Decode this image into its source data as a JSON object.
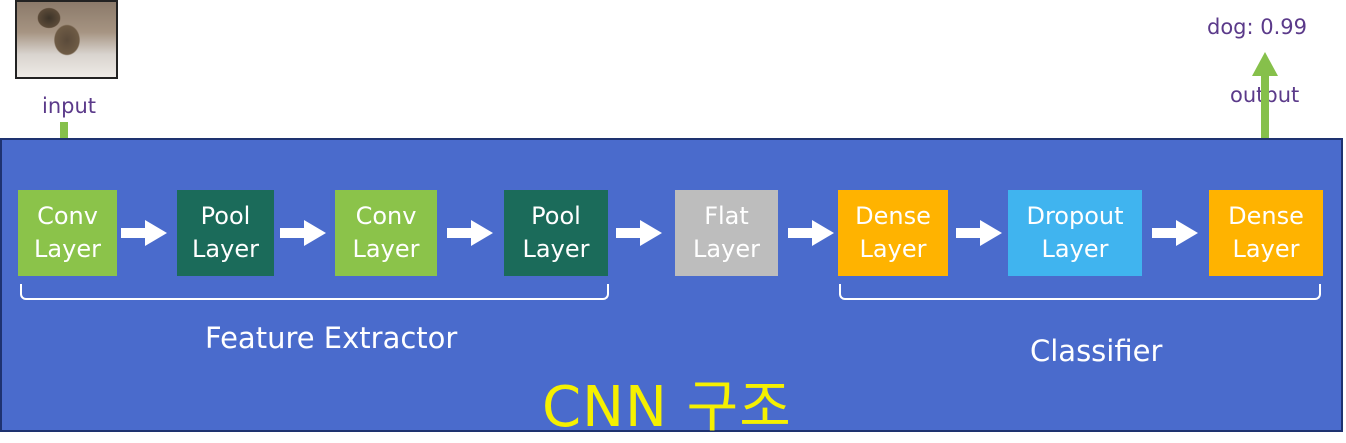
{
  "input_label": "input",
  "output_label": "output",
  "prediction": "dog: 0.99",
  "layers": [
    {
      "label": "Conv\nLayer",
      "color": "#8bc34a"
    },
    {
      "label": "Pool\nLayer",
      "color": "#1b6b5a"
    },
    {
      "label": "Conv\nLayer",
      "color": "#8bc34a"
    },
    {
      "label": "Pool\nLayer",
      "color": "#1b6b5a"
    },
    {
      "label": "Flat\nLayer",
      "color": "#bdbdbd"
    },
    {
      "label": "Dense\nLayer",
      "color": "#ffb300"
    },
    {
      "label": "Dropout\nLayer",
      "color": "#40b4ef"
    },
    {
      "label": "Dense\nLayer",
      "color": "#ffb300"
    }
  ],
  "groups": {
    "feature_extractor": "Feature Extractor",
    "classifier": "Classifier"
  },
  "title": "CNN 구조",
  "colors": {
    "panel_bg": "#4a6bcc",
    "arrow_green": "#86c04b",
    "title_yellow": "#f5f000",
    "small_label_purple": "#5b3a8a"
  }
}
